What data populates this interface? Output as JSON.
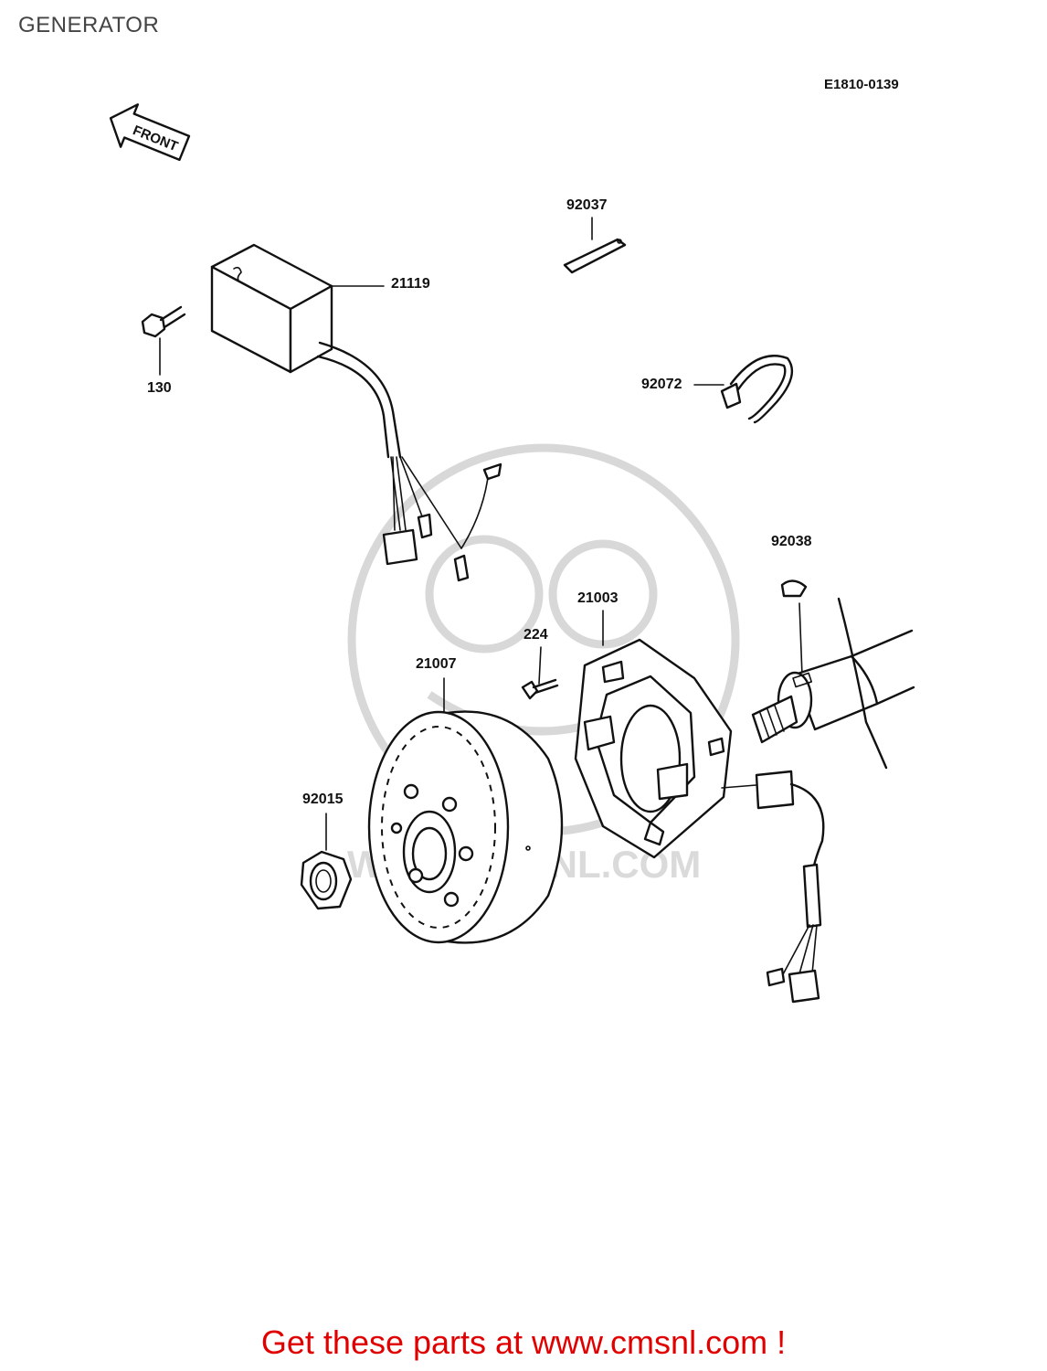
{
  "page": {
    "title": "GENERATOR",
    "diagram_code": "E1810-0139"
  },
  "front_arrow": {
    "label": "FRONT"
  },
  "watermark": {
    "text": "WWW.CMSNL.COM"
  },
  "callouts": {
    "p92037": "92037",
    "p21119": "21119",
    "p130": "130",
    "p92072": "92072",
    "p92038": "92038",
    "p21003": "21003",
    "p224": "224",
    "p21007": "21007",
    "p92015": "92015"
  },
  "footer": {
    "text": "Get these parts at www.cmsnl.com !",
    "color": "#e00000"
  }
}
